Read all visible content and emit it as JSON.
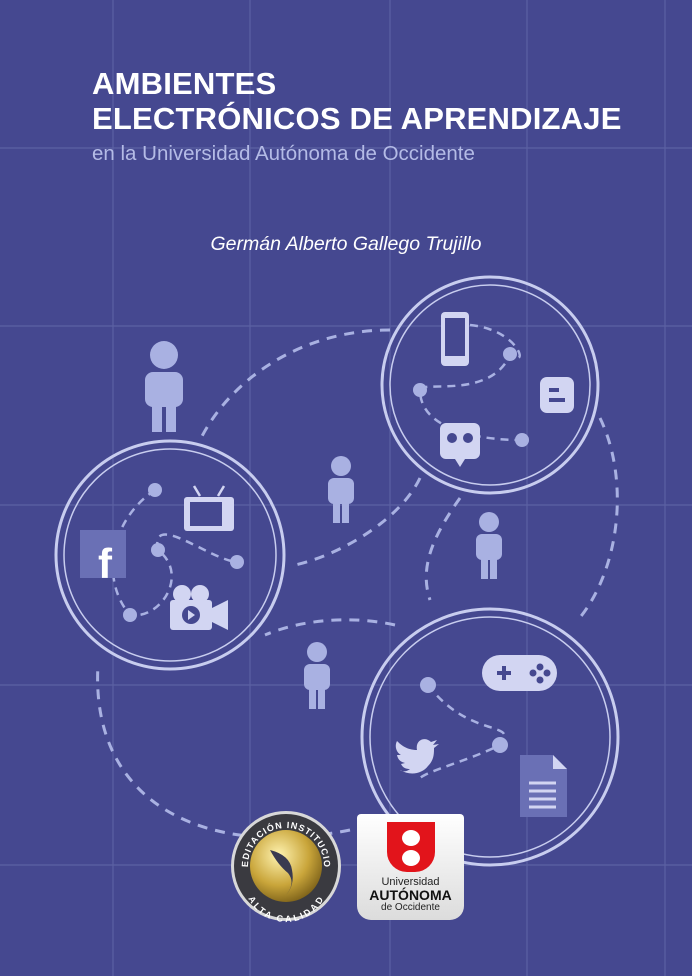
{
  "cover": {
    "title_line1": "AMBIENTES",
    "title_line2": "ELECTRÓNICOS DE APRENDIZAJE",
    "subtitle": "en la Universidad Autónoma de Occidente",
    "author": "Germán Alberto Gallego Trujillo"
  },
  "seal": {
    "top_text": "ACREDITACIÓN INSTITUCIONAL",
    "bottom_text": "ALTA CALIDAD"
  },
  "logo": {
    "line1": "Universidad",
    "line2": "AUTÓNOMA",
    "line3": "de Occidente"
  },
  "colors": {
    "background": "#454890",
    "grid": "#5c61a3",
    "icon": "#d2d5f2",
    "person": "#a9b1e2"
  },
  "icons": [
    "smartphone-icon",
    "blogger-icon",
    "chat-robot-icon",
    "tv-icon",
    "facebook-icon",
    "video-camera-icon",
    "gamepad-icon",
    "twitter-icon",
    "document-icon",
    "person-icon"
  ]
}
